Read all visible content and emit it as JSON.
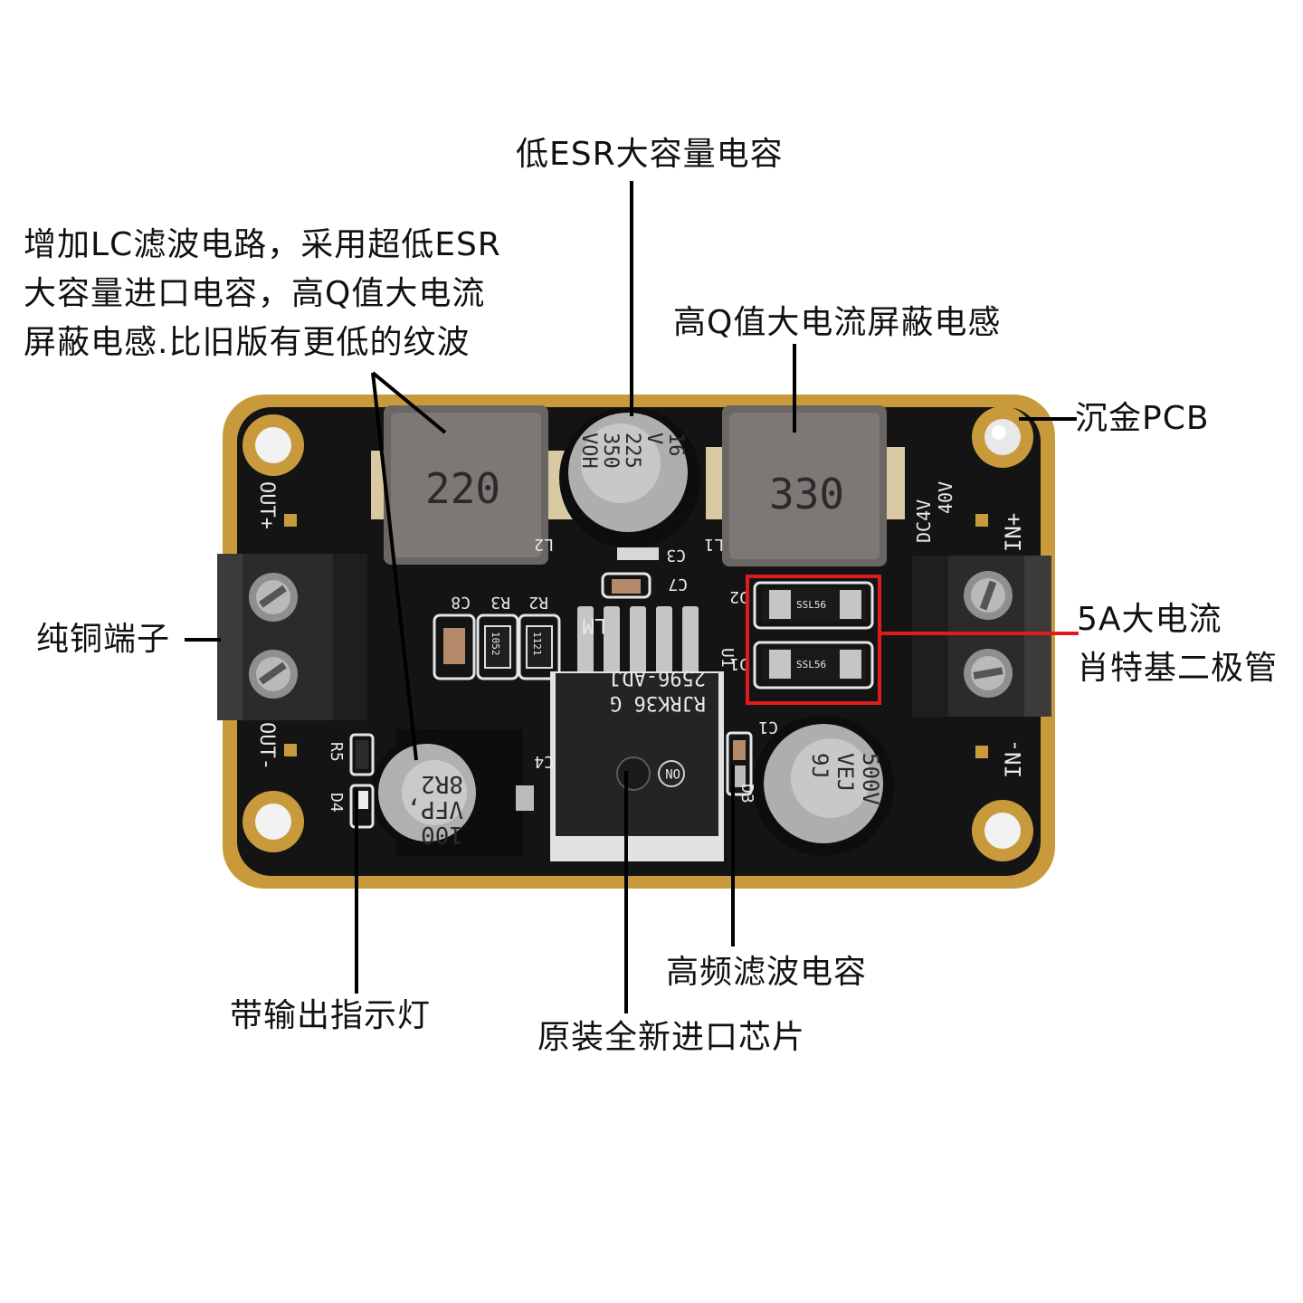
{
  "callouts": {
    "low_esr_cap": "低ESR大容量电容",
    "lc_filter": [
      "增加LC滤波电路，采用超低ESR",
      "大容量进口电容，高Q值大电流",
      "屏蔽电感.比旧版有更低的纹波"
    ],
    "inductor": "高Q值大电流屏蔽电感",
    "pcb": "沉金PCB",
    "terminal": "纯铜端子",
    "diode": [
      "5A大电流",
      "肖特基二极管"
    ],
    "hf_cap": "高频滤波电容",
    "indicator": "带输出指示灯",
    "chip": "原装全新进口芯片"
  },
  "board": {
    "out_plus": "OUT+",
    "out_minus": "OUT-",
    "in_plus": "IN+",
    "in_minus": "IN-",
    "dc_range": "DC4V",
    "dc_range2": "40V",
    "l2": "L2",
    "l1": "L1",
    "l2_value": "220",
    "l1_value": "330",
    "c3": "C3",
    "c7": "C7",
    "c8": "C8",
    "r3": "R3",
    "r2": "R2",
    "c4": "C4",
    "c1": "C1",
    "d1": "D1",
    "d2": "D2",
    "d4": "D4",
    "r5": "R5",
    "u1": "U1",
    "d3": "D3",
    "r_code": "1052",
    "r_code2": "1121",
    "diode_code": "SSL56",
    "cap_top": [
      "16",
      "V",
      "225",
      "350",
      "VOH"
    ],
    "cap_left": [
      "100",
      "VFP,",
      "8R2"
    ],
    "cap_right": [
      "500V",
      "VEJ",
      "9J"
    ],
    "chip_lines": [
      "RJRK36 G",
      "2596-ADJ",
      "LM"
    ],
    "chip_logo": "ON"
  },
  "colors": {
    "pcb": "#141414",
    "gold": "#c99a3c",
    "highlight": "#e11b1b"
  }
}
